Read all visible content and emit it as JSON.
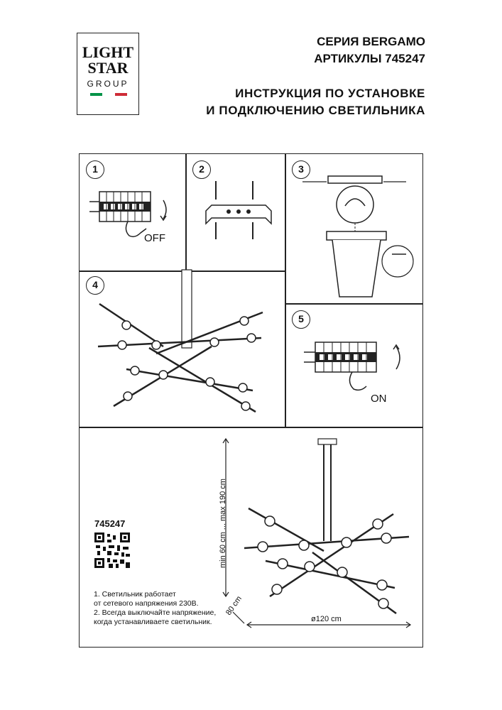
{
  "logo": {
    "line1": "LIGHT",
    "line2": "STAR",
    "line3": "GROUP",
    "flag_colors": [
      "#009246",
      "#ffffff",
      "#ce2b37"
    ]
  },
  "header": {
    "series": "СЕРИЯ BERGAMO",
    "articles": "АРТИКУЛЫ 745247",
    "title_line1": "ИНСТРУКЦИЯ ПО УСТАНОВКЕ",
    "title_line2": "И ПОДКЛЮЧЕНИЮ СВЕТИЛЬНИКА"
  },
  "steps": [
    {
      "number": "1",
      "label": "OFF"
    },
    {
      "number": "2"
    },
    {
      "number": "3"
    },
    {
      "number": "4"
    },
    {
      "number": "5",
      "label": "ON"
    }
  ],
  "dimensions": {
    "height": "min 60 cm ... max 190 cm",
    "depth": "80 cm",
    "diameter": "ø120 cm"
  },
  "product": {
    "article": "745247",
    "icon": "qr-code-icon"
  },
  "notes": {
    "line1": "1. Светильник работает",
    "line2": "от сетевого напряжения 230В.",
    "line3": "2. Всегда выключайте напряжение,",
    "line4": "когда устанавливаете светильник."
  }
}
